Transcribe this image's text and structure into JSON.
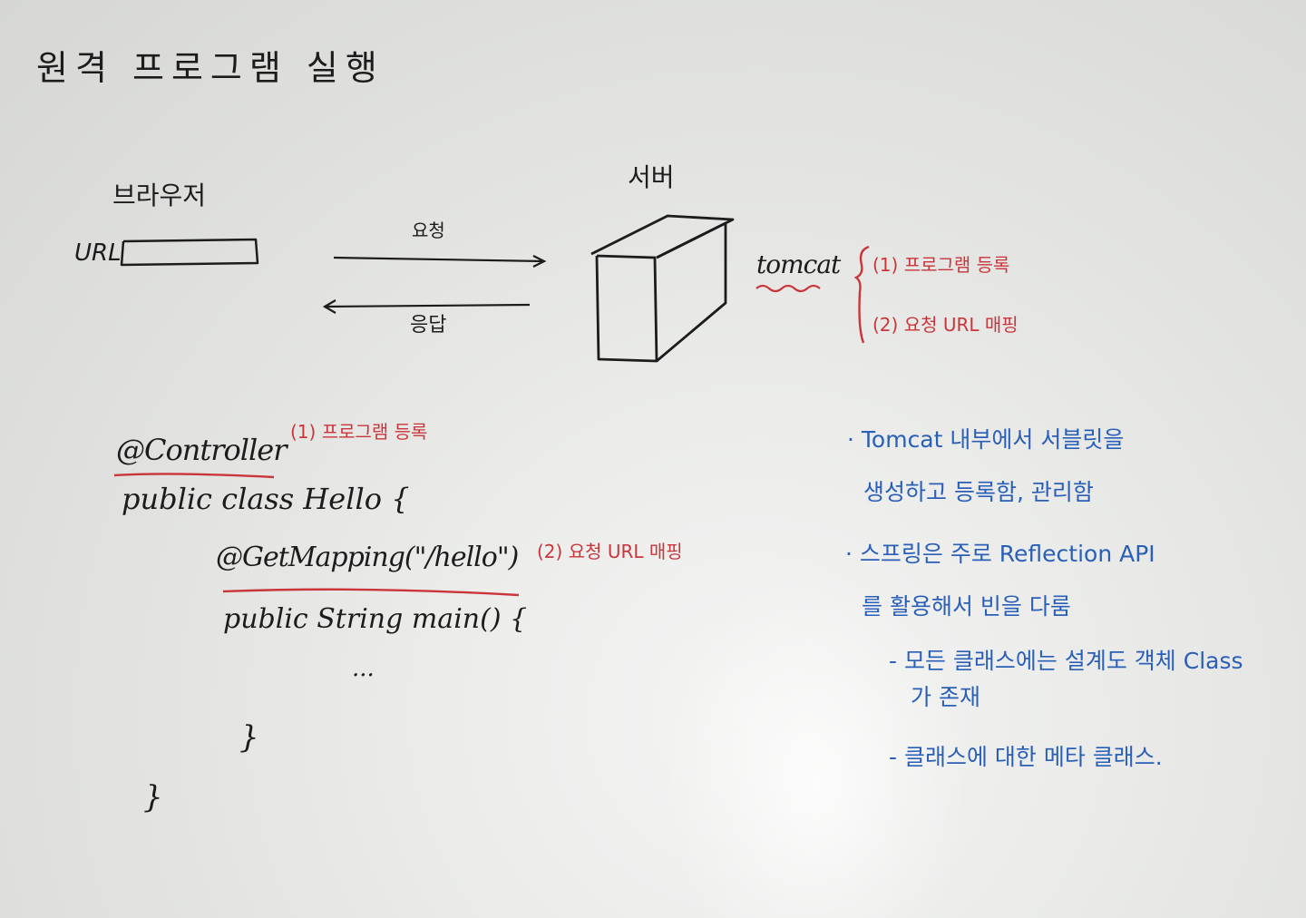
{
  "whiteboard": {
    "title": "원격 프로그램 실행",
    "diagram": {
      "browser_label": "브라우저",
      "url_label": "URL",
      "server_label": "서버",
      "request_label": "요청",
      "response_label": "응답",
      "tomcat_label": "tomcat",
      "tomcat_notes": [
        "(1) 프로그램 등록",
        "(2) 요청 URL 매핑"
      ]
    },
    "code": {
      "annotation_controller": "@Controller",
      "class_decl": "public class Hello {",
      "annotation_getmapping": "@GetMapping(\"/hello\")",
      "method_decl": "public String main() {",
      "ellipsis": "...",
      "method_close": "}",
      "class_close": "}",
      "note_1": "(1) 프로그램 등록",
      "note_2": "(2) 요청 URL 매핑"
    },
    "notes": [
      "· Tomcat 내부에서 서블릿을",
      "생성하고 등록함, 관리함",
      "· 스프링은 주로 Reflection API",
      "를 활용해서 빈을 다룸",
      "- 모든 클래스에는 설계도 객체 Class",
      "가 존재",
      "- 클래스에 대한 메타 클래스."
    ],
    "colors": {
      "black_marker": "#1c1c1c",
      "red_marker": "#c9353a",
      "blue_marker": "#2a5fb8"
    }
  }
}
